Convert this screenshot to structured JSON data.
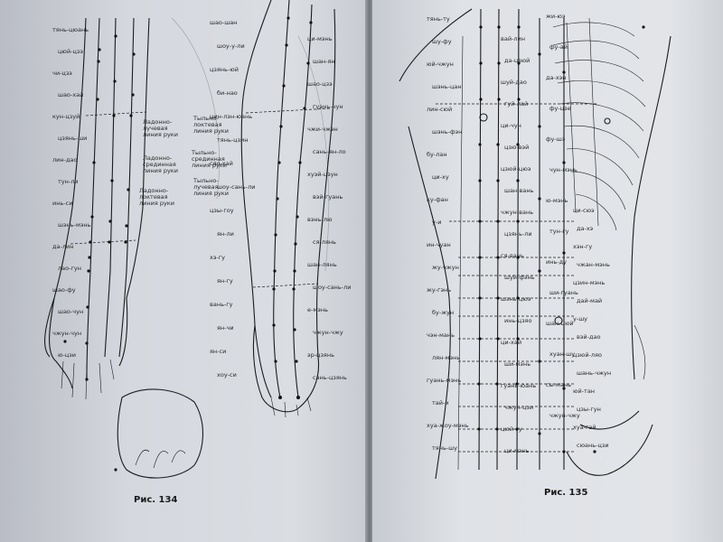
{
  "figures": {
    "left": {
      "caption": "Рис. 134",
      "notes": [
        {
          "text": "Ладонно-лучевая линия руки"
        },
        {
          "text": "Ладонно-срединная линия руки"
        },
        {
          "text": "Ладонно-локтевая линия руки"
        },
        {
          "text": "Тыльно-локтевая линия руки"
        },
        {
          "text": "Тыльно-срединная линия руки"
        },
        {
          "text": "Тыльно-лучевая линия руки"
        }
      ],
      "points": [
        "тянь-цюань",
        "цюй-цзэ",
        "чи-цзэ",
        "шао-хай",
        "кун-цзуй",
        "цзянь-ши",
        "лин-дао",
        "тун-ли",
        "инь-си",
        "шэнь-мэнь",
        "да-лин",
        "лао-гун",
        "шао-фу",
        "шао-чун",
        "чжун-чун",
        "ю-цзи",
        "шао-шан",
        "шоу-у-ли",
        "цзянь-юй",
        "би-нао",
        "цин-лэн-юань",
        "тянь-цзин",
        "сяо-хай",
        "шоу-сань-ли",
        "цзы-гоу",
        "ян-ли",
        "хэ-гу",
        "ян-гу",
        "вань-гу",
        "ян-чи",
        "ян-си",
        "хоу-си",
        "ци-мэнь",
        "шан-ян",
        "шао-цзэ",
        "гуань-чун",
        "чжи-чжэн",
        "сань-ян-ло",
        "хуэй-цзун",
        "вэй-гуань",
        "вэнь-лю",
        "ся-лянь",
        "шан-лянь",
        "шоу-сань-ли",
        "е-мэнь",
        "чжун-чжу",
        "эр-цзянь",
        "сань-цзянь"
      ]
    },
    "right": {
      "caption": "Рис. 135",
      "points": [
        "тянь-ту",
        "шу-фу",
        "юй-чжун",
        "шэнь-цан",
        "лин-сюй",
        "шэнь-фэн",
        "бу-лан",
        "ци-ху",
        "ку-фан",
        "у-и",
        "ин-чуан",
        "жу-чжун",
        "жу-гэнь",
        "бу-жун",
        "чэн-мань",
        "лян-мэнь",
        "гуань-мэнь",
        "тай-и",
        "хуа-жоу-мэнь",
        "тянь-шу",
        "вай-лин",
        "да-цзюй",
        "шуй-дао",
        "гуй-лай",
        "ци-чун",
        "цзю-вэй",
        "цзюй-цюэ",
        "шан-вань",
        "чжун-вань",
        "цзянь-ли",
        "ся-вань",
        "шуй-фэнь",
        "шэнь-цюэ",
        "инь-цзяо",
        "ци-хай",
        "ши-мэнь",
        "гуань-юань",
        "чжун-цзи",
        "цюй-гу",
        "ци-мэнь",
        "жи-юэ",
        "фу-ай",
        "да-хэн",
        "фу-цзе",
        "фу-шэ",
        "чун-мэнь",
        "ю-мэнь",
        "тун-гу",
        "инь-ду",
        "ши-гуань",
        "шан-цюй",
        "хуан-шу",
        "сы-мань",
        "чжун-чжу",
        "ци-сюэ",
        "да-хэ",
        "хэн-гу",
        "чжан-мэнь",
        "цзин-мэнь",
        "дай-май",
        "у-шу",
        "вэй-дао",
        "цзюй-ляо",
        "шань-чжун",
        "юй-тан",
        "цзы-гун",
        "хуа-гай",
        "сюань-цзи"
      ]
    }
  }
}
